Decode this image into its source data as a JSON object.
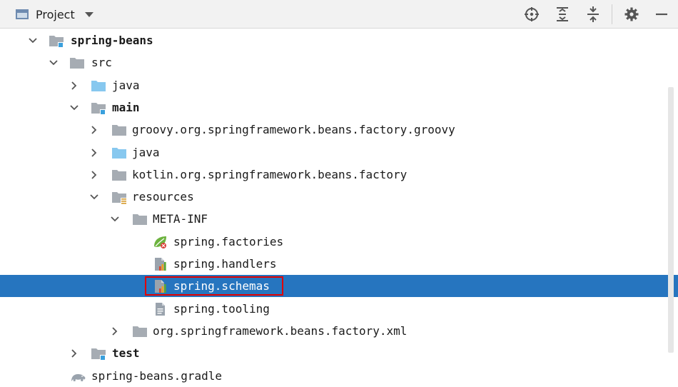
{
  "panel": {
    "title": "Project"
  },
  "toolbar": {
    "buttons": [
      {
        "name": "locate-icon"
      },
      {
        "name": "expand-all-icon"
      },
      {
        "name": "collapse-all-icon"
      },
      {
        "name": "gear-icon"
      },
      {
        "name": "hide-icon"
      }
    ]
  },
  "tree": {
    "items": [
      {
        "label": "spring-beans",
        "bold": true,
        "arrow": "down",
        "icon": "module-folder-icon"
      },
      {
        "label": "src",
        "bold": false,
        "arrow": "down",
        "icon": "folder-icon"
      },
      {
        "label": "java",
        "bold": false,
        "arrow": "right",
        "icon": "source-folder-icon"
      },
      {
        "label": "main",
        "bold": true,
        "arrow": "down",
        "icon": "module-folder-icon"
      },
      {
        "label": "groovy.org.springframework.beans.factory.groovy",
        "bold": false,
        "arrow": "right",
        "icon": "folder-icon"
      },
      {
        "label": "java",
        "bold": false,
        "arrow": "right",
        "icon": "source-folder-icon"
      },
      {
        "label": "kotlin.org.springframework.beans.factory",
        "bold": false,
        "arrow": "right",
        "icon": "folder-icon"
      },
      {
        "label": "resources",
        "bold": false,
        "arrow": "down",
        "icon": "resources-folder-icon"
      },
      {
        "label": "META-INF",
        "bold": false,
        "arrow": "down",
        "icon": "folder-icon"
      },
      {
        "label": "spring.factories",
        "bold": false,
        "arrow": "",
        "icon": "spring-leaf-icon"
      },
      {
        "label": "spring.handlers",
        "bold": false,
        "arrow": "",
        "icon": "properties-file-icon"
      },
      {
        "label": "spring.schemas",
        "bold": false,
        "arrow": "",
        "icon": "properties-file-icon",
        "selected": true
      },
      {
        "label": "spring.tooling",
        "bold": false,
        "arrow": "",
        "icon": "text-file-icon"
      },
      {
        "label": "org.springframework.beans.factory.xml",
        "bold": false,
        "arrow": "right",
        "icon": "folder-icon"
      },
      {
        "label": "test",
        "bold": true,
        "arrow": "right",
        "icon": "module-folder-icon"
      },
      {
        "label": "spring-beans.gradle",
        "bold": false,
        "arrow": "",
        "icon": "gradle-elephant-icon"
      }
    ]
  },
  "colors": {
    "selection": "#2675bf",
    "highlight_box": "#e00000",
    "folder": "#a6acb3",
    "source_folder": "#87c8ef",
    "module_badge": "#3aa0dd"
  }
}
